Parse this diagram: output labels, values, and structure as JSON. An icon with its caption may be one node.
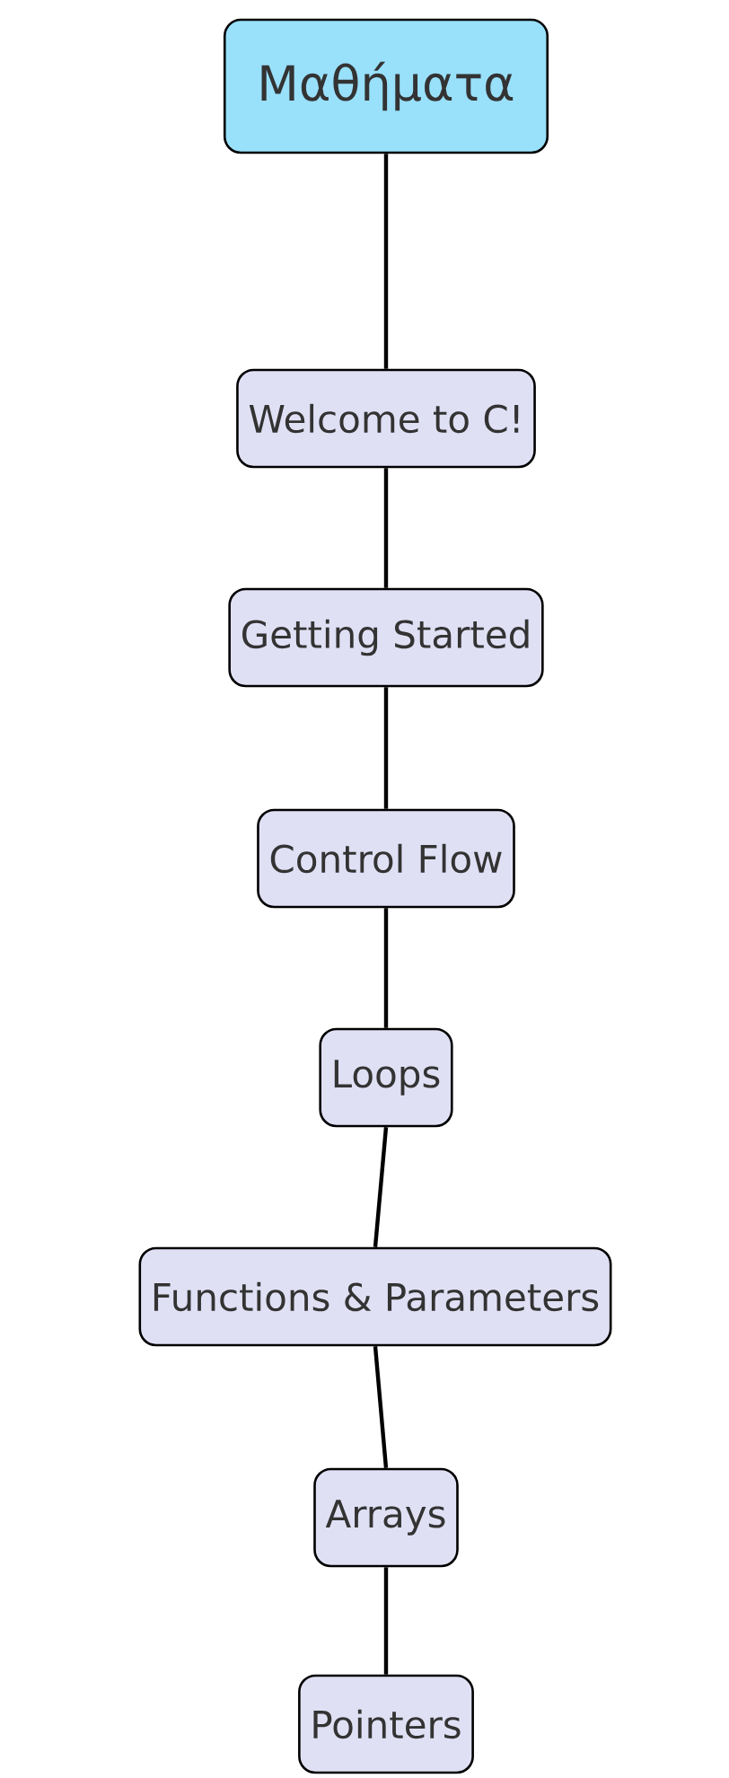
{
  "diagram": {
    "nodes": [
      {
        "text": [
          "Μαθήματα"
        ]
      },
      {
        "text": [
          "Welcome to C!"
        ]
      },
      {
        "text": [
          "Getting Started"
        ]
      },
      {
        "text": [
          "Control Flow"
        ]
      },
      {
        "text": [
          "Loops"
        ]
      },
      {
        "text": [
          "Functions & Parameters"
        ]
      },
      {
        "text": [
          "Arrays"
        ]
      },
      {
        "text": [
          "Pointers"
        ]
      }
    ],
    "edges": [
      {
        "from": 0,
        "to": 1,
        "arrow": "none"
      },
      {
        "from": 1,
        "to": 2,
        "arrow": "none"
      },
      {
        "from": 2,
        "to": 3,
        "arrow": "none"
      },
      {
        "from": 3,
        "to": 4,
        "arrow": "none"
      },
      {
        "from": 4,
        "to": 5,
        "arrow": "none"
      },
      {
        "from": 5,
        "to": 6,
        "arrow": "none"
      },
      {
        "from": 6,
        "to": 7,
        "arrow": "none"
      }
    ]
  }
}
